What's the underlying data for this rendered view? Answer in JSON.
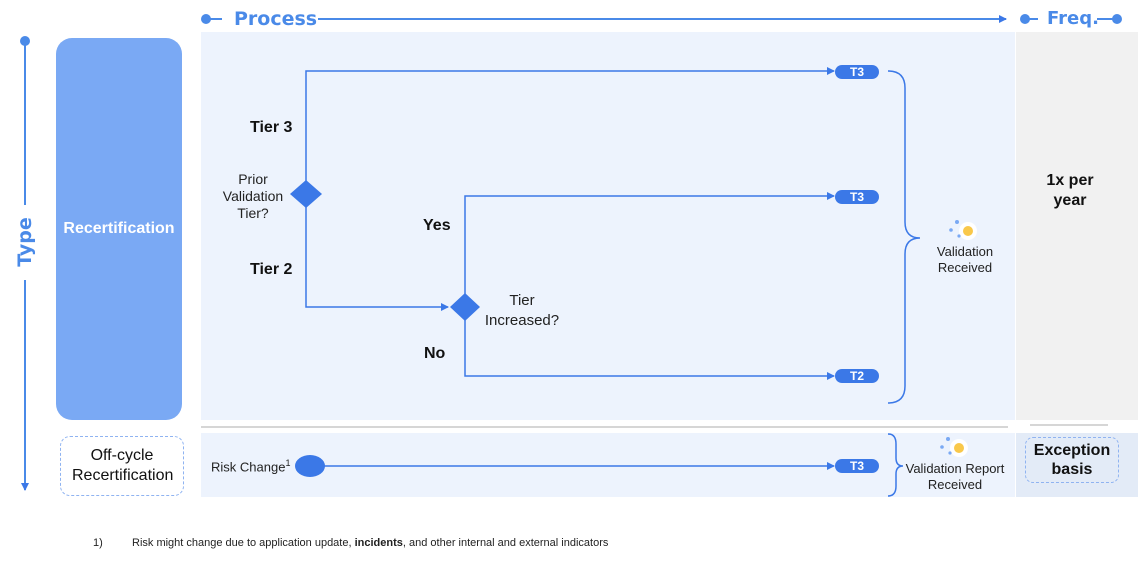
{
  "headers": {
    "process": "Process",
    "freq": "Freq.",
    "type": "Type"
  },
  "rows": {
    "recertification": {
      "label": "Recertification",
      "frequency": "1x per year"
    },
    "offcycle": {
      "label": "Off-cycle Recertification",
      "frequency": "Exception basis"
    }
  },
  "decisions": {
    "prior_tier": "Prior Validation Tier?",
    "tier3": "Tier 3",
    "tier2": "Tier 2",
    "tier_increased": "Tier Increased?",
    "yes": "Yes",
    "no": "No"
  },
  "outcomes": {
    "t3_top": "T3",
    "t3_mid": "T3",
    "t2": "T2",
    "t3_off": "T3"
  },
  "received": {
    "validation": "Validation Received",
    "report": "Validation Report Received"
  },
  "risk_change": {
    "label": "Risk Change",
    "sup": "1"
  },
  "footnote": {
    "number": "1)",
    "text_before": "Risk might change due to application update, ",
    "text_bold": "incidents",
    "text_after": ", and other internal and external indicators"
  },
  "colors": {
    "accent": "#4a8ae8",
    "line": "#3b78e7",
    "panel": "#edf3fd",
    "type_fill": "#7aa9f4"
  }
}
